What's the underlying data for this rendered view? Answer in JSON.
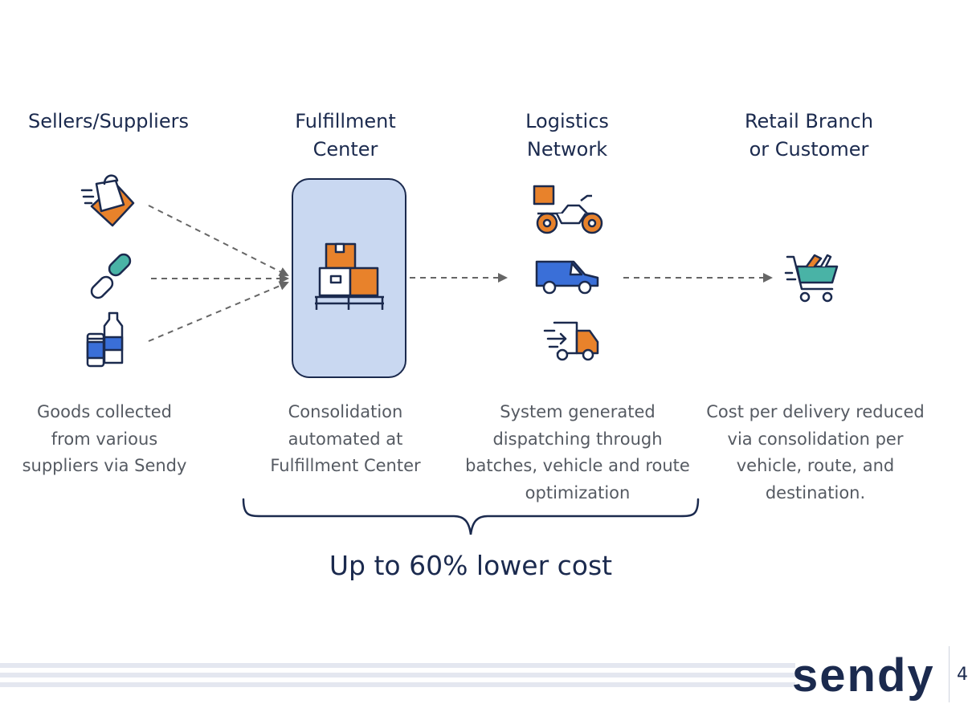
{
  "columns": [
    {
      "title": "Sellers/Suppliers",
      "description": "Goods collected\nfrom various\nsuppliers via Sendy"
    },
    {
      "title": "Fulfillment\nCenter",
      "description": "Consolidation\nautomated at\nFulfillment Center"
    },
    {
      "title": "Logistics\nNetwork",
      "description": "System generated\ndispatching through\nbatches, vehicle and route\noptimization"
    },
    {
      "title": "Retail Branch\nor Customer",
      "description": "Cost per delivery reduced\nvia consolidation per\nvehicle, route, and\ndestination."
    }
  ],
  "icons": {
    "sellers": [
      "shopping-bag-icon",
      "chain-link-icon",
      "beverage-bottles-icon"
    ],
    "fulfillment": "stacked-boxes-pallet-icon",
    "logistics": [
      "motorbike-delivery-icon",
      "van-icon",
      "fast-delivery-truck-icon"
    ],
    "destination": "shopping-cart-icon"
  },
  "summary": {
    "label": "Up to 60% lower cost"
  },
  "footer": {
    "logo": "sendy",
    "page_number": "4"
  },
  "colors": {
    "navy": "#1b2a4e",
    "orange": "#e8822b",
    "blue": "#3a6fd8",
    "teal": "#49b3a6",
    "box_fill": "#c9d8f1",
    "arrow": "#666666"
  }
}
